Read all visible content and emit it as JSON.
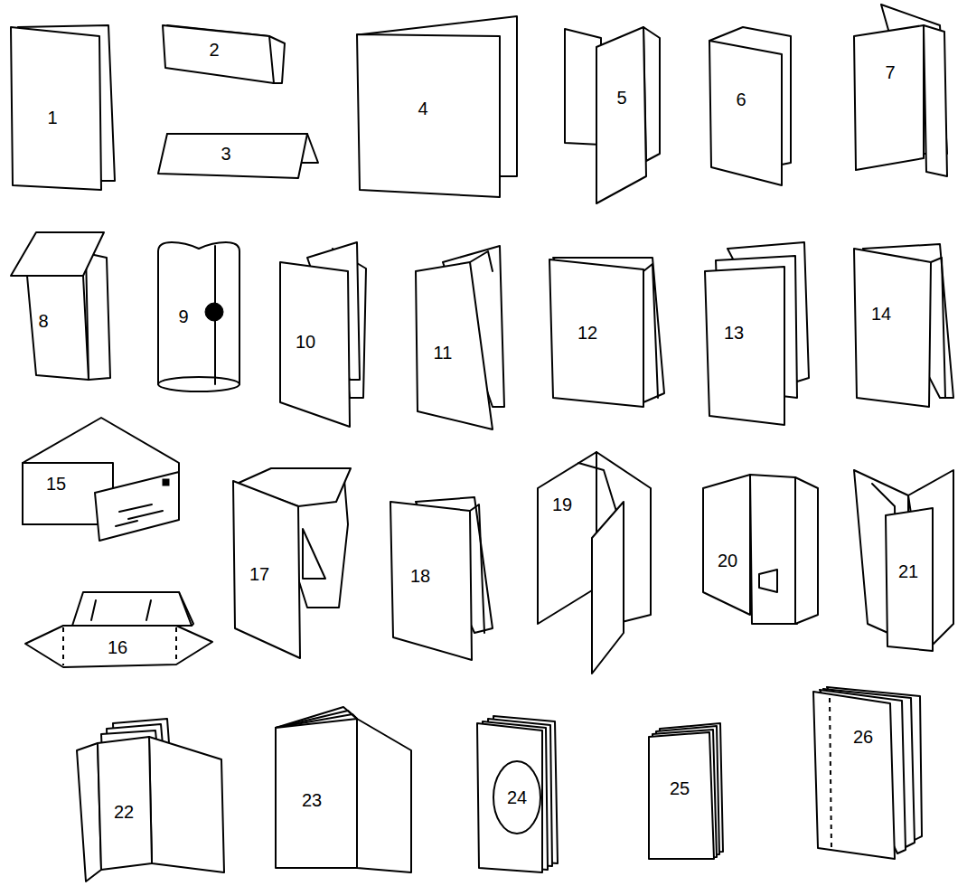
{
  "diagram": {
    "labels": [
      "1",
      "2",
      "3",
      "4",
      "5",
      "6",
      "7",
      "8",
      "9",
      "10",
      "11",
      "12",
      "13",
      "14",
      "15",
      "16",
      "17",
      "18",
      "19",
      "20",
      "21",
      "22",
      "23",
      "24",
      "25",
      "26"
    ]
  }
}
